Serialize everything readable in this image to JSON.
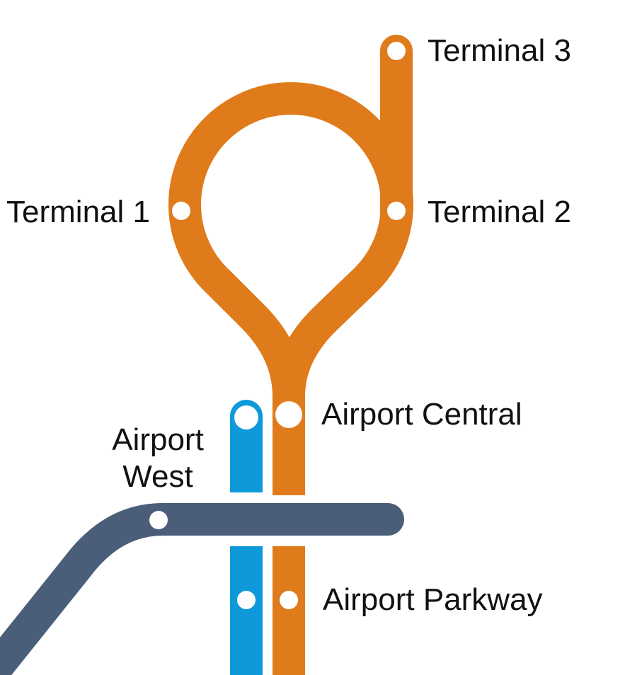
{
  "lines": {
    "orange": {
      "color": "#E07B1B"
    },
    "blue": {
      "color": "#0E9AD8"
    },
    "slate": {
      "color": "#4A5E7A"
    }
  },
  "stations": {
    "terminal_3": "Terminal 3",
    "terminal_2": "Terminal 2",
    "terminal_1": "Terminal 1",
    "airport_central": "Airport Central",
    "airport_west_line1": "Airport",
    "airport_west_line2": "West",
    "airport_parkway": "Airport Parkway"
  }
}
